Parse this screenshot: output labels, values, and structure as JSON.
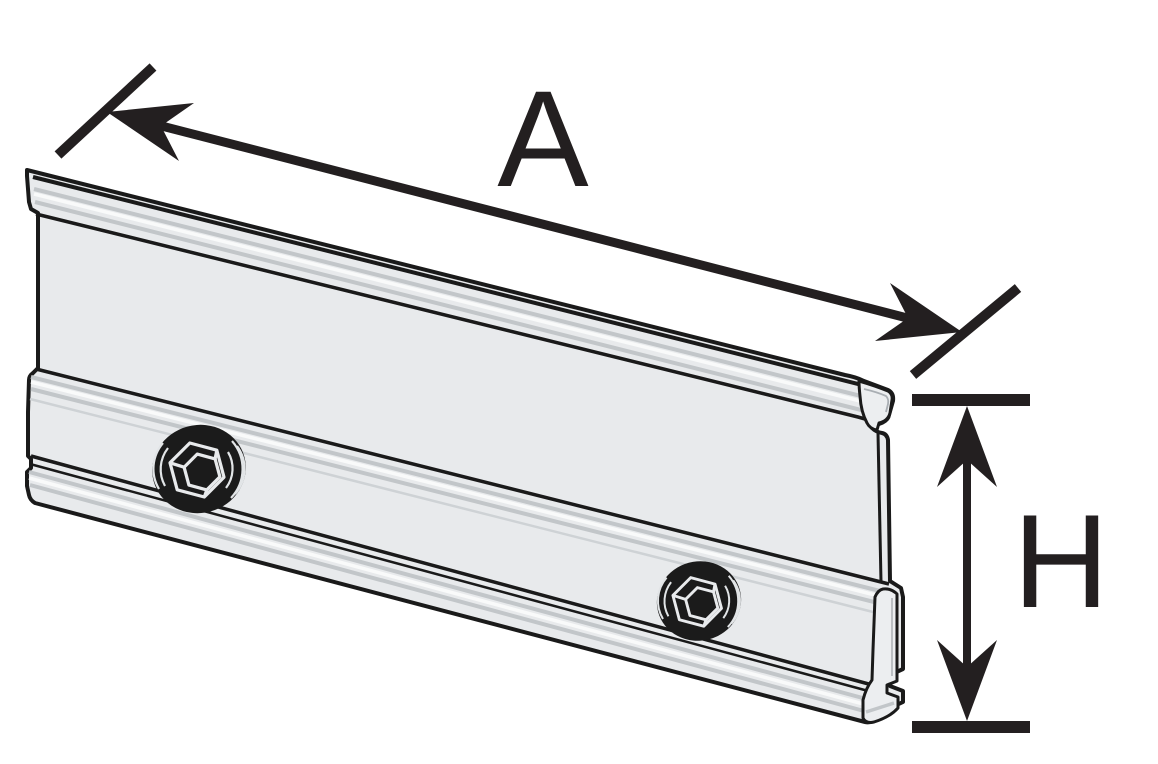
{
  "diagram": {
    "type": "technical-drawing",
    "subject": "extruded profile rail with two hex-socket set screws, isometric view",
    "dimensions": {
      "length": {
        "label": "A",
        "meaning": "rail length along top edge"
      },
      "height": {
        "label": "H",
        "meaning": "profile height at right end"
      }
    },
    "screws": {
      "count": 2,
      "style": "hex-socket"
    },
    "colors": {
      "background": "#ffffff",
      "outline": "#1a1a1a",
      "dimension_ink": "#231f20",
      "rail_fill": "#e8eaec",
      "rail_end_fill": "#eceef0",
      "stripe_dark": "#c2c6c9",
      "stripe_light": "#f9fafa",
      "stripe_soft": "#ced2d5",
      "screw_fill": "#1b1b1b",
      "screw_line": "#e2e5e7"
    }
  }
}
